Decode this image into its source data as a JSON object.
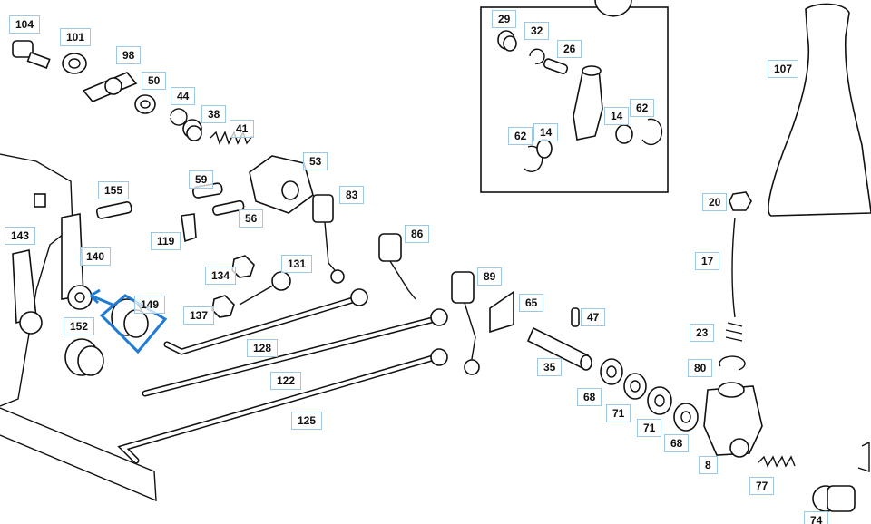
{
  "diagram": {
    "highlight_color": "#1e7bd6",
    "highlighted_part": "149",
    "callouts": [
      {
        "id": "c104",
        "text": "104"
      },
      {
        "id": "c101",
        "text": "101"
      },
      {
        "id": "c98",
        "text": "98"
      },
      {
        "id": "c50",
        "text": "50"
      },
      {
        "id": "c44",
        "text": "44"
      },
      {
        "id": "c38",
        "text": "38"
      },
      {
        "id": "c41",
        "text": "41"
      },
      {
        "id": "c53",
        "text": "53"
      },
      {
        "id": "c83",
        "text": "83"
      },
      {
        "id": "c59",
        "text": "59"
      },
      {
        "id": "c56",
        "text": "56"
      },
      {
        "id": "c155",
        "text": "155"
      },
      {
        "id": "c119",
        "text": "119"
      },
      {
        "id": "c143",
        "text": "143"
      },
      {
        "id": "c140",
        "text": "140"
      },
      {
        "id": "c134",
        "text": "134"
      },
      {
        "id": "c131",
        "text": "131"
      },
      {
        "id": "c149",
        "text": "149"
      },
      {
        "id": "c137",
        "text": "137"
      },
      {
        "id": "c152",
        "text": "152"
      },
      {
        "id": "c128",
        "text": "128"
      },
      {
        "id": "c122",
        "text": "122"
      },
      {
        "id": "c125",
        "text": "125"
      },
      {
        "id": "c86",
        "text": "86"
      },
      {
        "id": "c89",
        "text": "89"
      },
      {
        "id": "c65",
        "text": "65"
      },
      {
        "id": "c47",
        "text": "47"
      },
      {
        "id": "c35",
        "text": "35"
      },
      {
        "id": "c68a",
        "text": "68"
      },
      {
        "id": "c71a",
        "text": "71"
      },
      {
        "id": "c71b",
        "text": "71"
      },
      {
        "id": "c68b",
        "text": "68"
      },
      {
        "id": "c8",
        "text": "8"
      },
      {
        "id": "c77",
        "text": "77"
      },
      {
        "id": "c74",
        "text": "74"
      },
      {
        "id": "c80",
        "text": "80"
      },
      {
        "id": "c23",
        "text": "23"
      },
      {
        "id": "c17",
        "text": "17"
      },
      {
        "id": "c20",
        "text": "20"
      },
      {
        "id": "c107",
        "text": "107"
      },
      {
        "id": "c29",
        "text": "29"
      },
      {
        "id": "c32",
        "text": "32"
      },
      {
        "id": "c26",
        "text": "26"
      },
      {
        "id": "c14a",
        "text": "14"
      },
      {
        "id": "c62a",
        "text": "62"
      },
      {
        "id": "c62b",
        "text": "62"
      },
      {
        "id": "c14b",
        "text": "14"
      }
    ]
  }
}
